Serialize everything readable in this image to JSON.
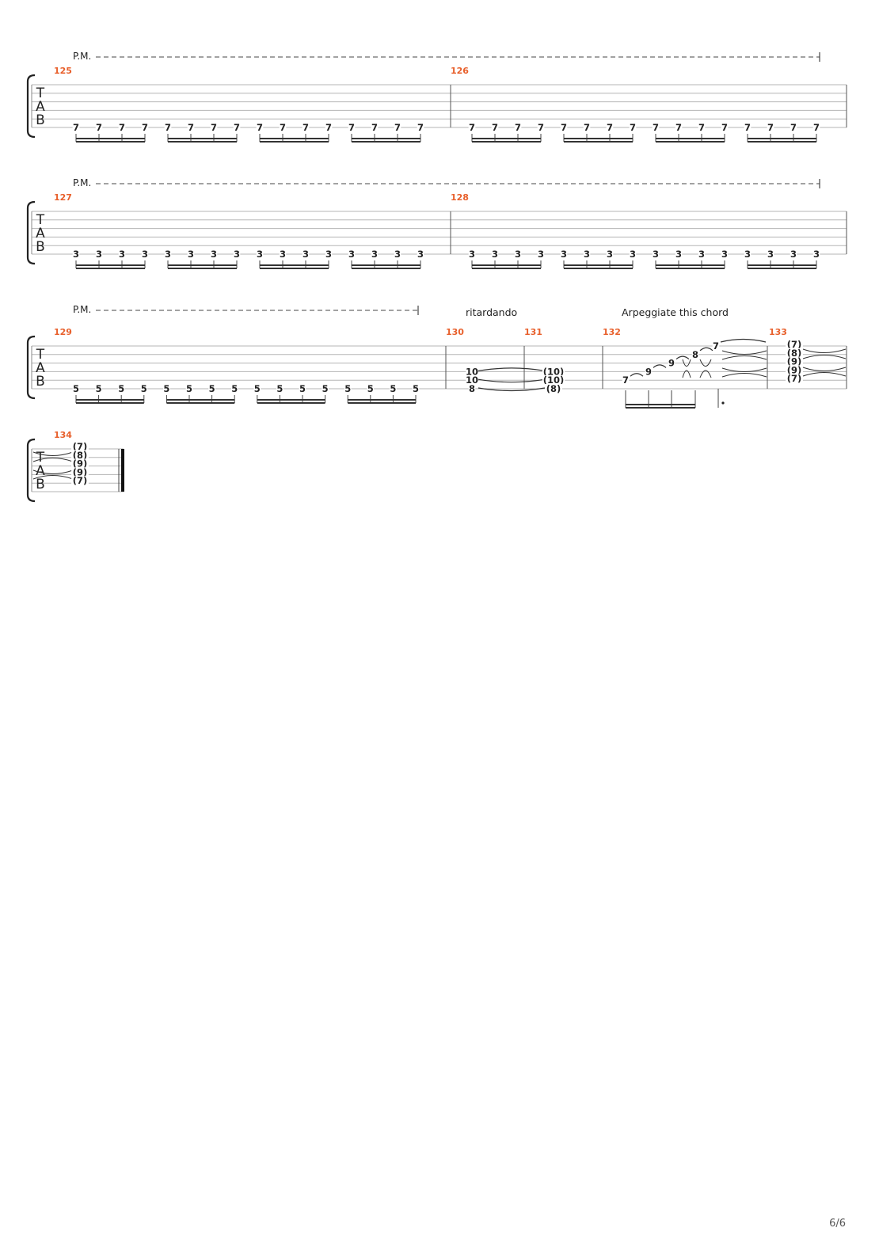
{
  "document": {
    "page_number": "6/6",
    "palm_mute_label": "P.M.",
    "tab_clef": [
      "T",
      "A",
      "B"
    ],
    "measure_number_color": "#e8602c"
  },
  "systems": [
    {
      "id": "system-1",
      "palm_mute": true,
      "measures": [
        {
          "number": "125",
          "notes": [
            {
              "string": 6,
              "fret": "7",
              "count": 16
            }
          ]
        },
        {
          "number": "126",
          "notes": [
            {
              "string": 6,
              "fret": "7",
              "count": 16
            }
          ]
        }
      ]
    },
    {
      "id": "system-2",
      "palm_mute": true,
      "measures": [
        {
          "number": "127",
          "notes": [
            {
              "string": 6,
              "fret": "3",
              "count": 16
            }
          ]
        },
        {
          "number": "128",
          "notes": [
            {
              "string": 6,
              "fret": "3",
              "count": 16
            }
          ]
        }
      ]
    },
    {
      "id": "system-3",
      "palm_mute": true,
      "annotations": [
        "ritardando",
        "Arpeggiate this chord"
      ],
      "measures": [
        {
          "number": "129",
          "notes": [
            {
              "string": 6,
              "fret": "5",
              "count": 16
            }
          ]
        },
        {
          "number": "130",
          "chord": [
            {
              "string": 4,
              "fret": "10"
            },
            {
              "string": 5,
              "fret": "10"
            },
            {
              "string": 6,
              "fret": "8"
            }
          ]
        },
        {
          "number": "131",
          "chord": [
            {
              "string": 4,
              "fret": "(10)"
            },
            {
              "string": 5,
              "fret": "(10)"
            },
            {
              "string": 6,
              "fret": "(8)"
            }
          ]
        },
        {
          "number": "132",
          "arpeggio": [
            {
              "string": 5,
              "fret": "7"
            },
            {
              "string": 4,
              "fret": "9"
            },
            {
              "string": 3,
              "fret": "9"
            },
            {
              "string": 2,
              "fret": "8"
            },
            {
              "string": 1,
              "fret": "7"
            }
          ]
        },
        {
          "number": "133",
          "chord": [
            {
              "string": 1,
              "fret": "(7)"
            },
            {
              "string": 2,
              "fret": "(8)"
            },
            {
              "string": 3,
              "fret": "(9)"
            },
            {
              "string": 4,
              "fret": "(9)"
            },
            {
              "string": 5,
              "fret": "(7)"
            }
          ]
        }
      ]
    },
    {
      "id": "system-4",
      "palm_mute": false,
      "measures": [
        {
          "number": "134",
          "chord": [
            {
              "string": 1,
              "fret": "(7)"
            },
            {
              "string": 2,
              "fret": "(8)"
            },
            {
              "string": 3,
              "fret": "(9)"
            },
            {
              "string": 4,
              "fret": "(9)"
            },
            {
              "string": 5,
              "fret": "(7)"
            }
          ]
        }
      ]
    }
  ]
}
